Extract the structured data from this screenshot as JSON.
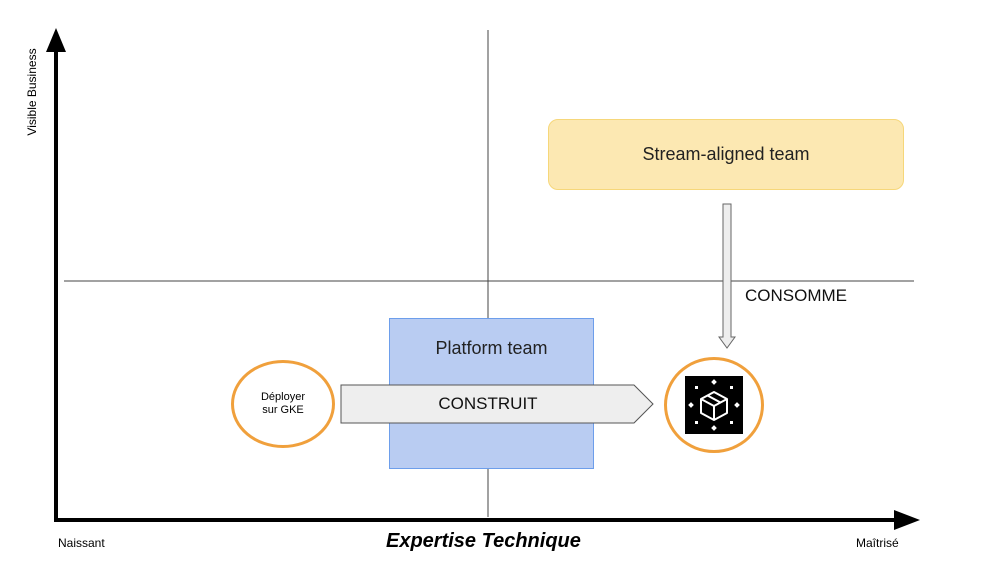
{
  "axes": {
    "y_label": "Visible Business",
    "x_title": "Expertise Technique",
    "x_left": "Naissant",
    "x_right": "Maîtrisé"
  },
  "nodes": {
    "stream_aligned": "Stream-aligned team",
    "platform": "Platform team",
    "deploy_line1": "Déployer",
    "deploy_line2": "sur GKE"
  },
  "edges": {
    "consomme": "CONSOMME",
    "construit": "CONSTRUIT"
  },
  "colors": {
    "stream_fill": "#fce8b2",
    "platform_fill": "#b9ccf2",
    "circle_border": "#f0a03c"
  },
  "icons": {
    "product": "package-cube-icon"
  }
}
